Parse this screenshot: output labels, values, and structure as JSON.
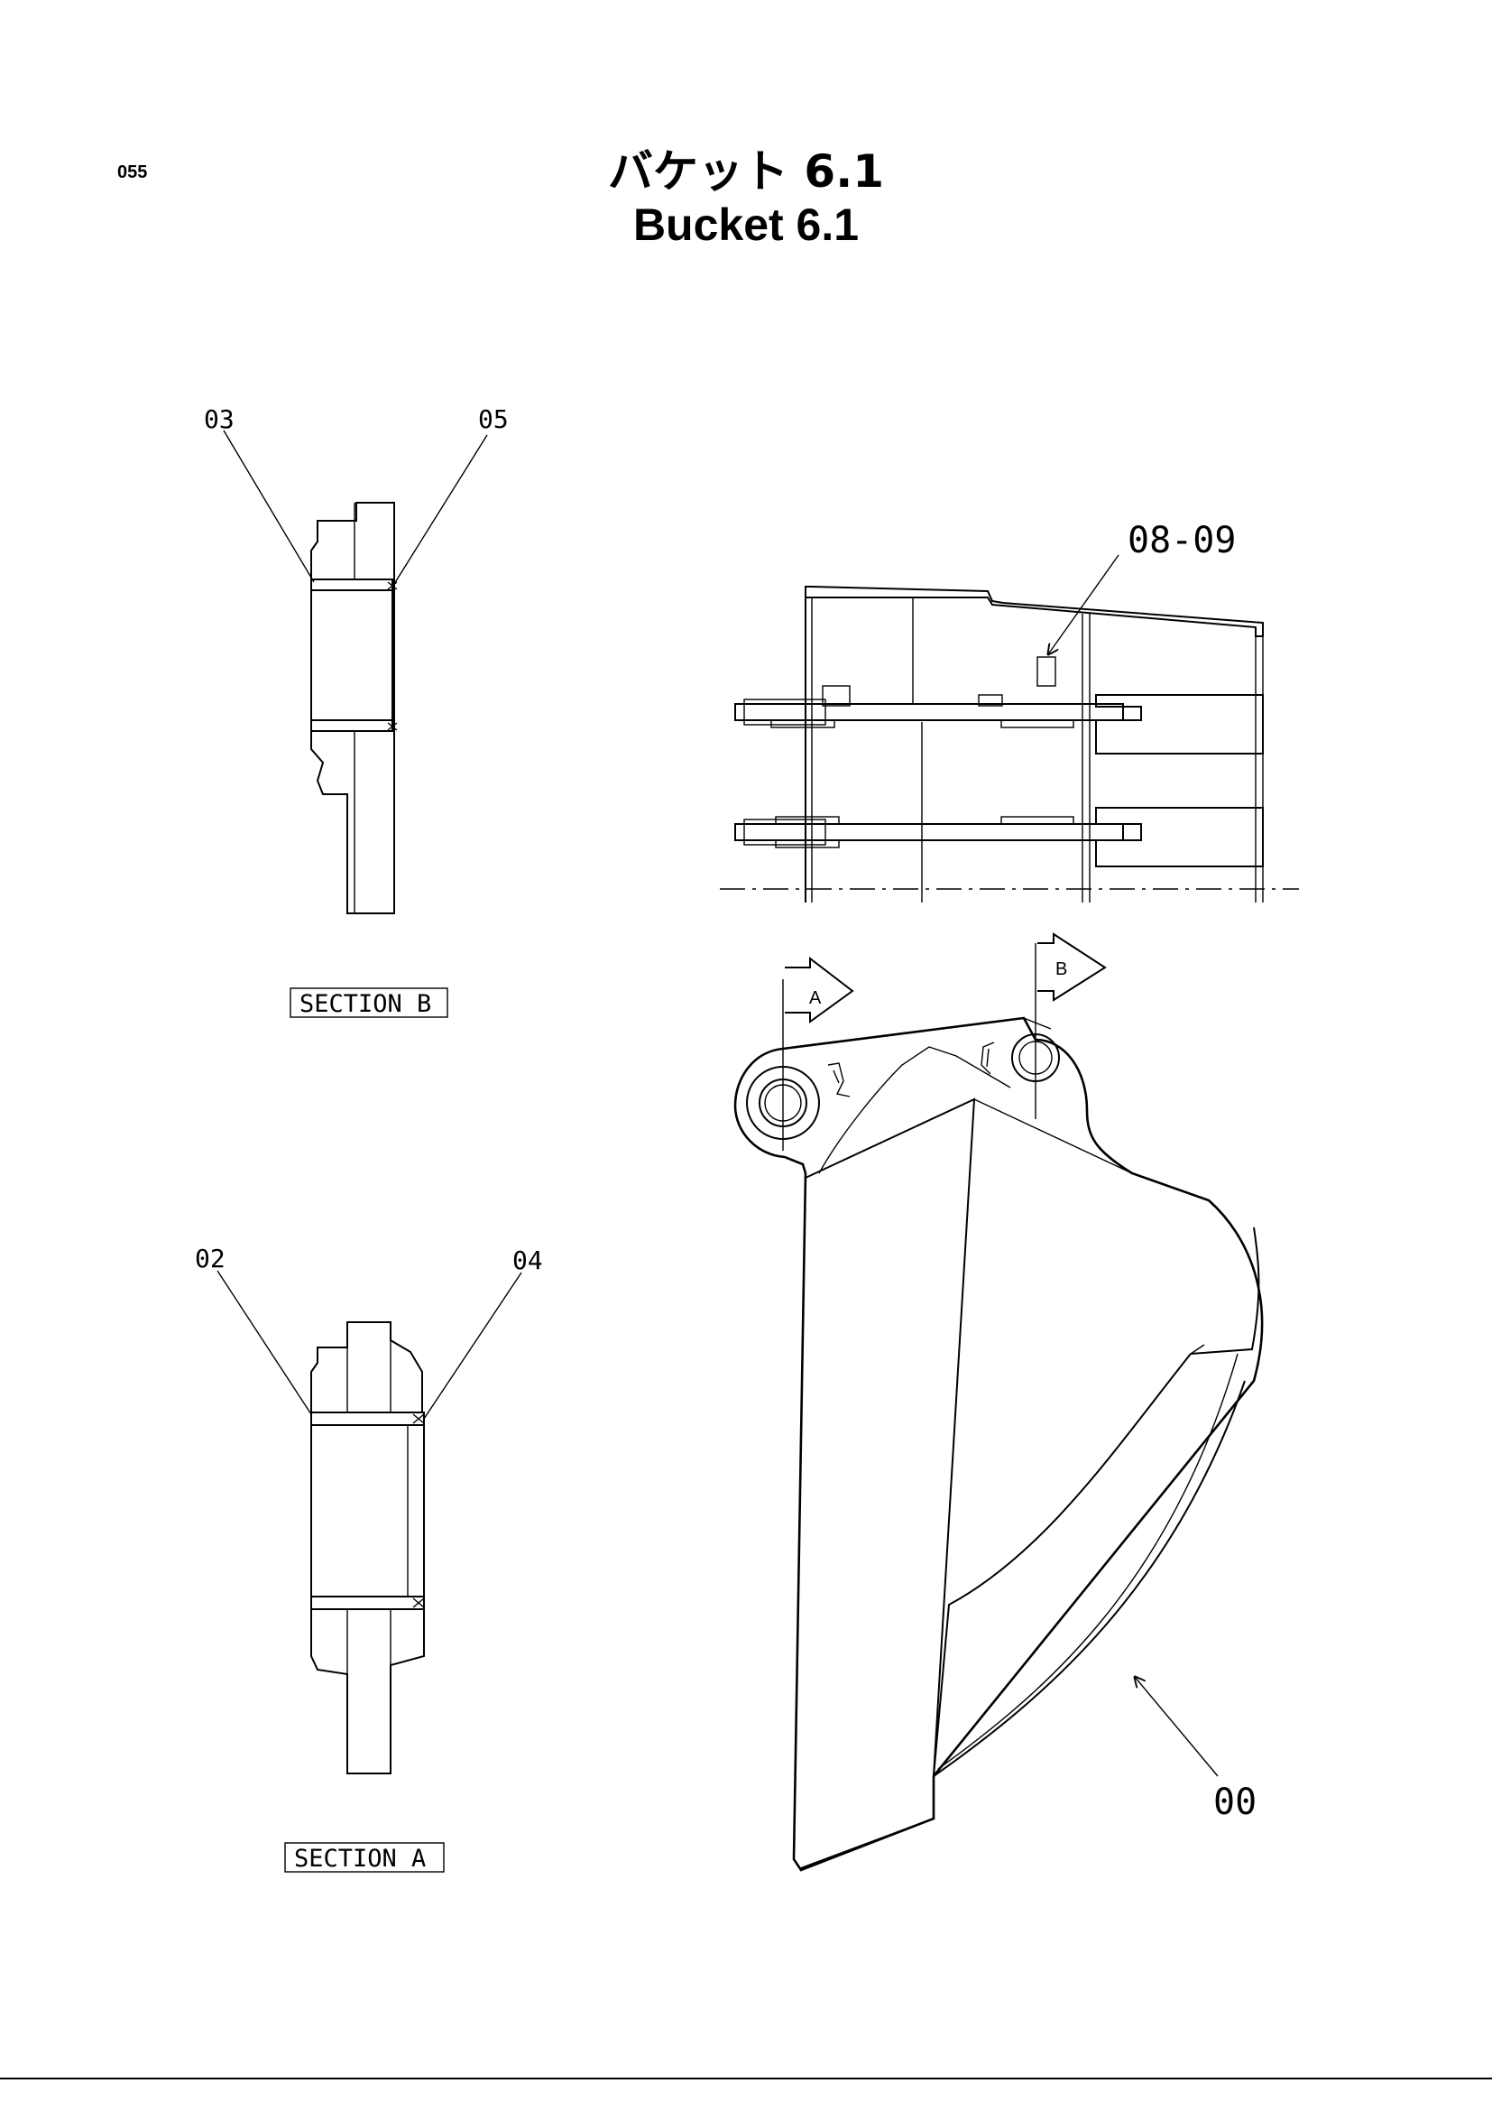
{
  "page": {
    "number": "055"
  },
  "title": {
    "japanese": "バケット 6.1",
    "english": "Bucket 6.1"
  },
  "callouts": {
    "section_b_left": "03",
    "section_b_right": "05",
    "section_a_left": "02",
    "section_a_right": "04",
    "top_view_part": "08-09",
    "bucket_body": "00"
  },
  "section_labels": {
    "b": "SECTION B",
    "a": "SECTION A"
  },
  "section_markers": {
    "a": "A",
    "b": "B"
  }
}
